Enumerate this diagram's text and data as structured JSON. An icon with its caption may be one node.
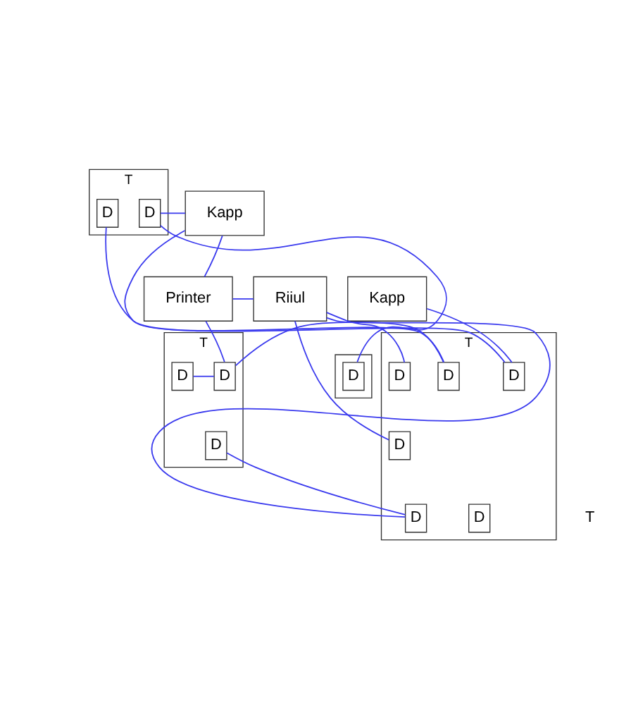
{
  "diagram": {
    "nodes": [
      {
        "text": [
          "T"
        ]
      },
      {
        "text": [
          "D"
        ],
        "in": 0
      },
      {
        "text": [
          "D"
        ],
        "in": 0
      },
      {
        "text": [
          "Kapp"
        ]
      },
      {
        "text": [
          "Kapp"
        ]
      },
      {
        "text": [
          "Printer"
        ]
      },
      {
        "text": [
          "Riiul"
        ]
      },
      {
        "text": [],
        "shape": "box"
      },
      {
        "text": [
          "D"
        ],
        "in": 7
      },
      {
        "text": [
          "T"
        ]
      },
      {
        "text": [
          "D"
        ],
        "in": 9
      },
      {
        "text": [
          "D"
        ],
        "in": 9
      },
      {
        "text": [
          "D"
        ],
        "in": 9
      },
      {
        "text": [
          "D"
        ],
        "in": 9
      },
      {
        "text": [
          "D"
        ],
        "in": 9
      },
      {
        "text": [
          "D"
        ],
        "in": 9
      },
      {
        "text": [
          "T"
        ]
      },
      {
        "text": [
          "D"
        ],
        "in": 16
      },
      {
        "text": [
          "D"
        ],
        "in": 16
      },
      {
        "text": [
          "D"
        ],
        "in": 16
      }
    ],
    "edges": [
      {
        "from": 1,
        "to": 8,
        "arrow": "none"
      },
      {
        "from": 1,
        "to": 3,
        "arrow": "none"
      },
      {
        "from": 2,
        "to": 10,
        "arrow": "none"
      },
      {
        "from": 3,
        "to": 11,
        "arrow": "none"
      },
      {
        "from": 3,
        "to": 5,
        "arrow": "none"
      },
      {
        "from": 5,
        "to": 6,
        "arrow": "none"
      },
      {
        "from": 4,
        "to": 10,
        "arrow": "none"
      },
      {
        "from": 6,
        "to": 14,
        "arrow": "none"
      },
      {
        "from": 6,
        "to": 12,
        "arrow": "none"
      },
      {
        "from": 11,
        "to": 17,
        "arrow": "none"
      },
      {
        "from": 6,
        "to": 15,
        "arrow": "none"
      },
      {
        "from": 15,
        "to": 19,
        "arrow": "none"
      },
      {
        "from": 5,
        "to": 17,
        "arrow": "none"
      },
      {
        "from": 18,
        "to": 17,
        "arrow": "none"
      }
    ],
    "labels": [
      "T"
    ]
  }
}
